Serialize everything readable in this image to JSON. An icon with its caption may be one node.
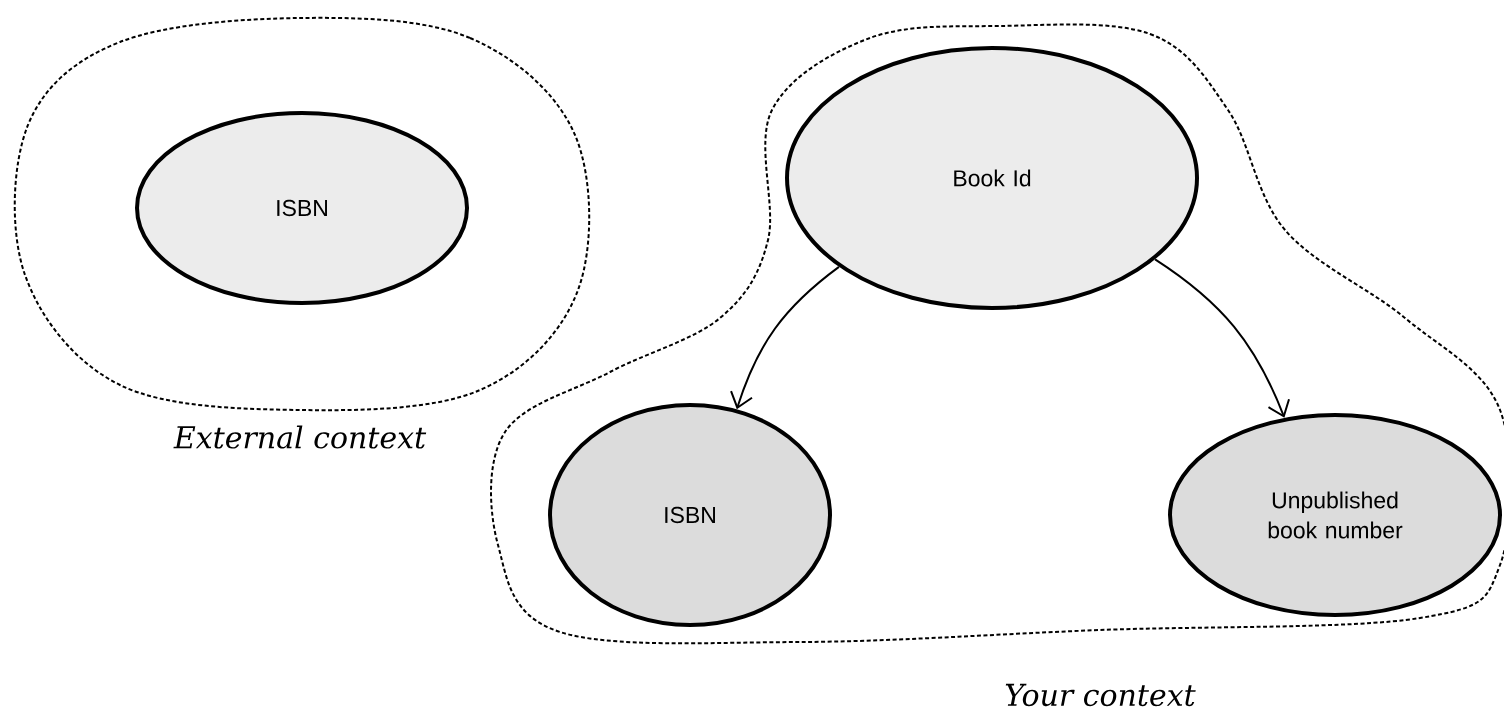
{
  "diagram": {
    "nodes": [
      {
        "text": [
          "External context"
        ]
      },
      {
        "text": [
          "ISBN"
        ],
        "in": 0
      },
      {
        "text": [
          "Your context"
        ]
      },
      {
        "text": [
          "Book Id"
        ],
        "in": 2
      },
      {
        "text": [
          "ISBN"
        ],
        "in": 2
      },
      {
        "text": [
          "Unpublished book number"
        ],
        "in": 2
      }
    ],
    "edges": [
      {
        "from": 3,
        "to": 4,
        "arrow": "to"
      },
      {
        "from": 3,
        "to": 5,
        "arrow": "to"
      }
    ]
  }
}
